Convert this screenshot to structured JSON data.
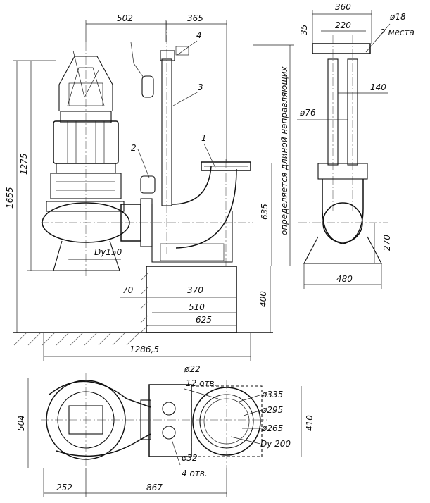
{
  "dimensions": {
    "top_502": "502",
    "top_365": "365",
    "h_1655": "1655",
    "h_1275": "1275",
    "h_635": "635",
    "h_400": "400",
    "w_70": "70",
    "w_370": "370",
    "w_510": "510",
    "w_625": "625",
    "w_1286": "1286,5",
    "dn150": "Dy150",
    "side_360": "360",
    "side_220": "220",
    "side_35": "35",
    "side_d18": "ø18",
    "side_2places": "2 места",
    "side_140": "140",
    "side_d76": "ø76",
    "side_270": "270",
    "side_480": "480",
    "side_note": "определяется длиной направляющих",
    "plan_d22": "ø22",
    "plan_12holes": "12 отв.",
    "plan_d335": "ø335",
    "plan_d295": "ø295",
    "plan_d265": "ø265",
    "plan_dn200": "Dy 200",
    "plan_410": "410",
    "plan_504": "504",
    "plan_d32": "ø32",
    "plan_4holes": "4 отв.",
    "plan_252": "252",
    "plan_867": "867"
  },
  "callouts": [
    "1",
    "2",
    "3",
    "4"
  ]
}
